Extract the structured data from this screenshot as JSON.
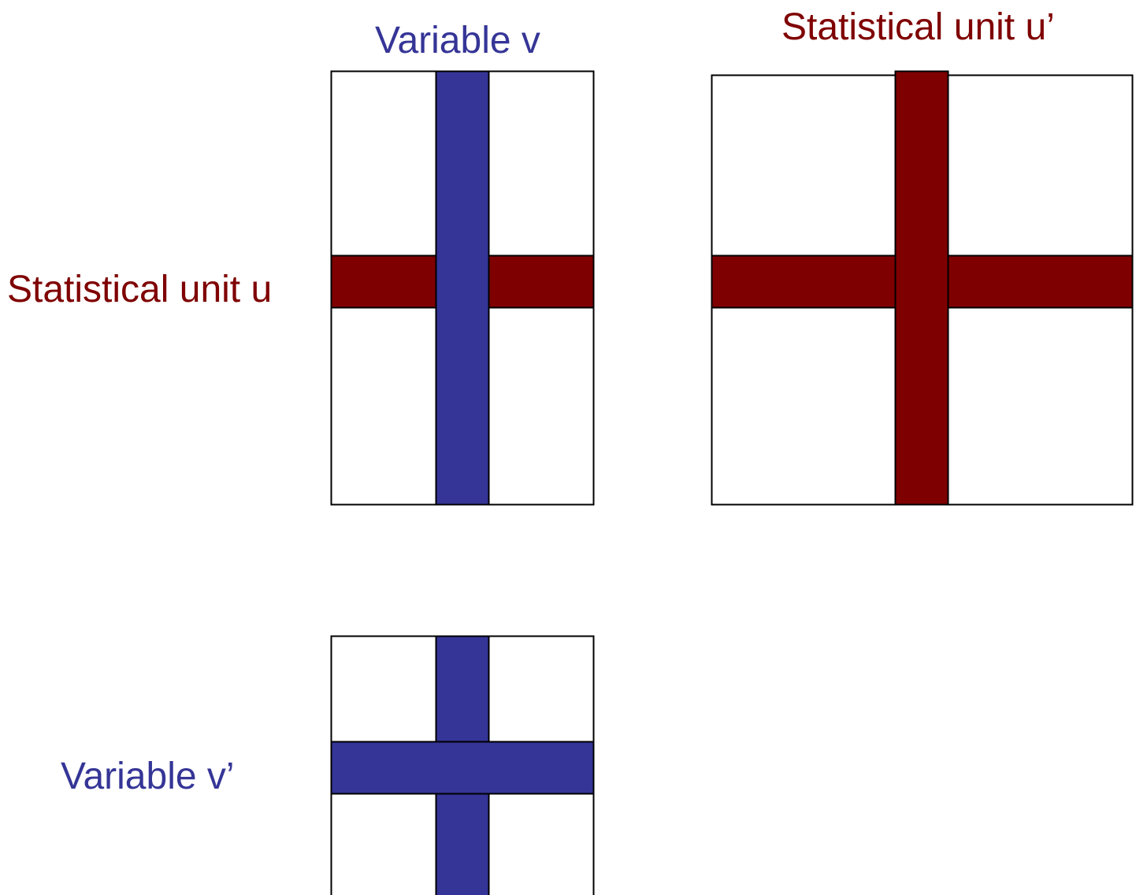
{
  "labels": {
    "variable_v": "Variable v",
    "statistical_unit_u_prime": "Statistical unit u’",
    "statistical_unit_u": "Statistical unit u",
    "variable_v_prime": "Variable v’"
  },
  "colors": {
    "variable": "#353597",
    "statistical_unit": "#7f0000",
    "border": "#000000",
    "background": "#ffffff"
  }
}
